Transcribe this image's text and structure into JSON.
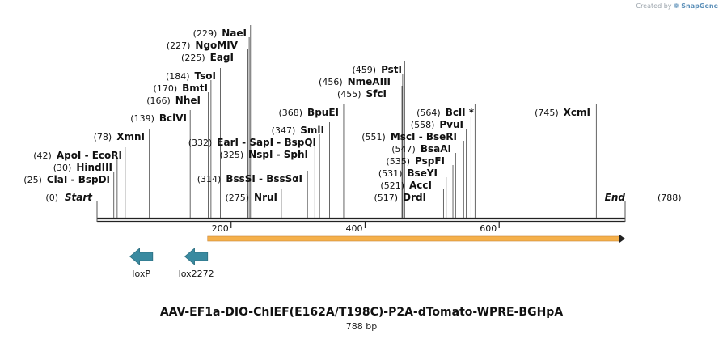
{
  "credit": {
    "prefix": "Created by",
    "brand": "SnapGene"
  },
  "map": {
    "title": "AAV-EF1a-DIO-ChIEF(E162A/T198C)-P2A-dTomato-WPRE-BGHpA",
    "length_label": "788 bp",
    "length": 788,
    "start_label": "Start",
    "start_pos": "(0)",
    "end_label": "End",
    "end_pos": "(788)",
    "ticks": [
      {
        "pos": 200,
        "label": "200"
      },
      {
        "pos": 400,
        "label": "400"
      },
      {
        "pos": 600,
        "label": "600"
      }
    ],
    "sites": [
      {
        "pos": 25,
        "pos_label": "(25)",
        "names": [
          "ClaI",
          "BspDI"
        ]
      },
      {
        "pos": 30,
        "pos_label": "(30)",
        "names": [
          "HindIII"
        ]
      },
      {
        "pos": 42,
        "pos_label": "(42)",
        "names": [
          "ApoI",
          "EcoRI"
        ]
      },
      {
        "pos": 78,
        "pos_label": "(78)",
        "names": [
          "XmnI"
        ]
      },
      {
        "pos": 139,
        "pos_label": "(139)",
        "names": [
          "BclVI"
        ]
      },
      {
        "pos": 166,
        "pos_label": "(166)",
        "names": [
          "NheI"
        ]
      },
      {
        "pos": 170,
        "pos_label": "(170)",
        "names": [
          "BmtI"
        ]
      },
      {
        "pos": 184,
        "pos_label": "(184)",
        "names": [
          "TsoI"
        ]
      },
      {
        "pos": 225,
        "pos_label": "(225)",
        "names": [
          "EagI"
        ]
      },
      {
        "pos": 227,
        "pos_label": "(227)",
        "names": [
          "NgoMIV"
        ]
      },
      {
        "pos": 229,
        "pos_label": "(229)",
        "names": [
          "NaeI"
        ]
      },
      {
        "pos": 275,
        "pos_label": "(275)",
        "names": [
          "NruI"
        ]
      },
      {
        "pos": 314,
        "pos_label": "(314)",
        "names": [
          "BssSI",
          "BssSαI"
        ]
      },
      {
        "pos": 325,
        "pos_label": "(325)",
        "names": [
          "NspI",
          "SphI"
        ]
      },
      {
        "pos": 332,
        "pos_label": "(332)",
        "names": [
          "EarI",
          "SapI",
          "BspQI"
        ]
      },
      {
        "pos": 347,
        "pos_label": "(347)",
        "names": [
          "SmlI"
        ]
      },
      {
        "pos": 368,
        "pos_label": "(368)",
        "names": [
          "BpuEI"
        ]
      },
      {
        "pos": 455,
        "pos_label": "(455)",
        "names": [
          "SfcI"
        ]
      },
      {
        "pos": 456,
        "pos_label": "(456)",
        "names": [
          "NmeAIII"
        ]
      },
      {
        "pos": 459,
        "pos_label": "(459)",
        "names": [
          "PstI"
        ]
      },
      {
        "pos": 517,
        "pos_label": "(517)",
        "names": [
          "DrdI"
        ]
      },
      {
        "pos": 521,
        "pos_label": "(521)",
        "names": [
          "AccI"
        ]
      },
      {
        "pos": 531,
        "pos_label": "(531)",
        "names": [
          "BseYI"
        ]
      },
      {
        "pos": 535,
        "pos_label": "(535)",
        "names": [
          "PspFI"
        ]
      },
      {
        "pos": 547,
        "pos_label": "(547)",
        "names": [
          "BsaAI"
        ]
      },
      {
        "pos": 551,
        "pos_label": "(551)",
        "names": [
          "MscI",
          "BseRI"
        ]
      },
      {
        "pos": 558,
        "pos_label": "(558)",
        "names": [
          "PvuI"
        ]
      },
      {
        "pos": 564,
        "pos_label": "(564)",
        "names": [
          "BclI *"
        ]
      },
      {
        "pos": 745,
        "pos_label": "(745)",
        "names": [
          "XcmI"
        ]
      }
    ],
    "features": [
      {
        "name": "loxP",
        "start": 49,
        "end": 83,
        "direction": "reverse",
        "color": "#3a8aa0"
      },
      {
        "name": "lox2272",
        "start": 131,
        "end": 165,
        "direction": "reverse",
        "color": "#3a8aa0"
      },
      {
        "name": "",
        "start": 165,
        "end": 788,
        "direction": "forward",
        "color": "#f5b04a"
      }
    ]
  }
}
